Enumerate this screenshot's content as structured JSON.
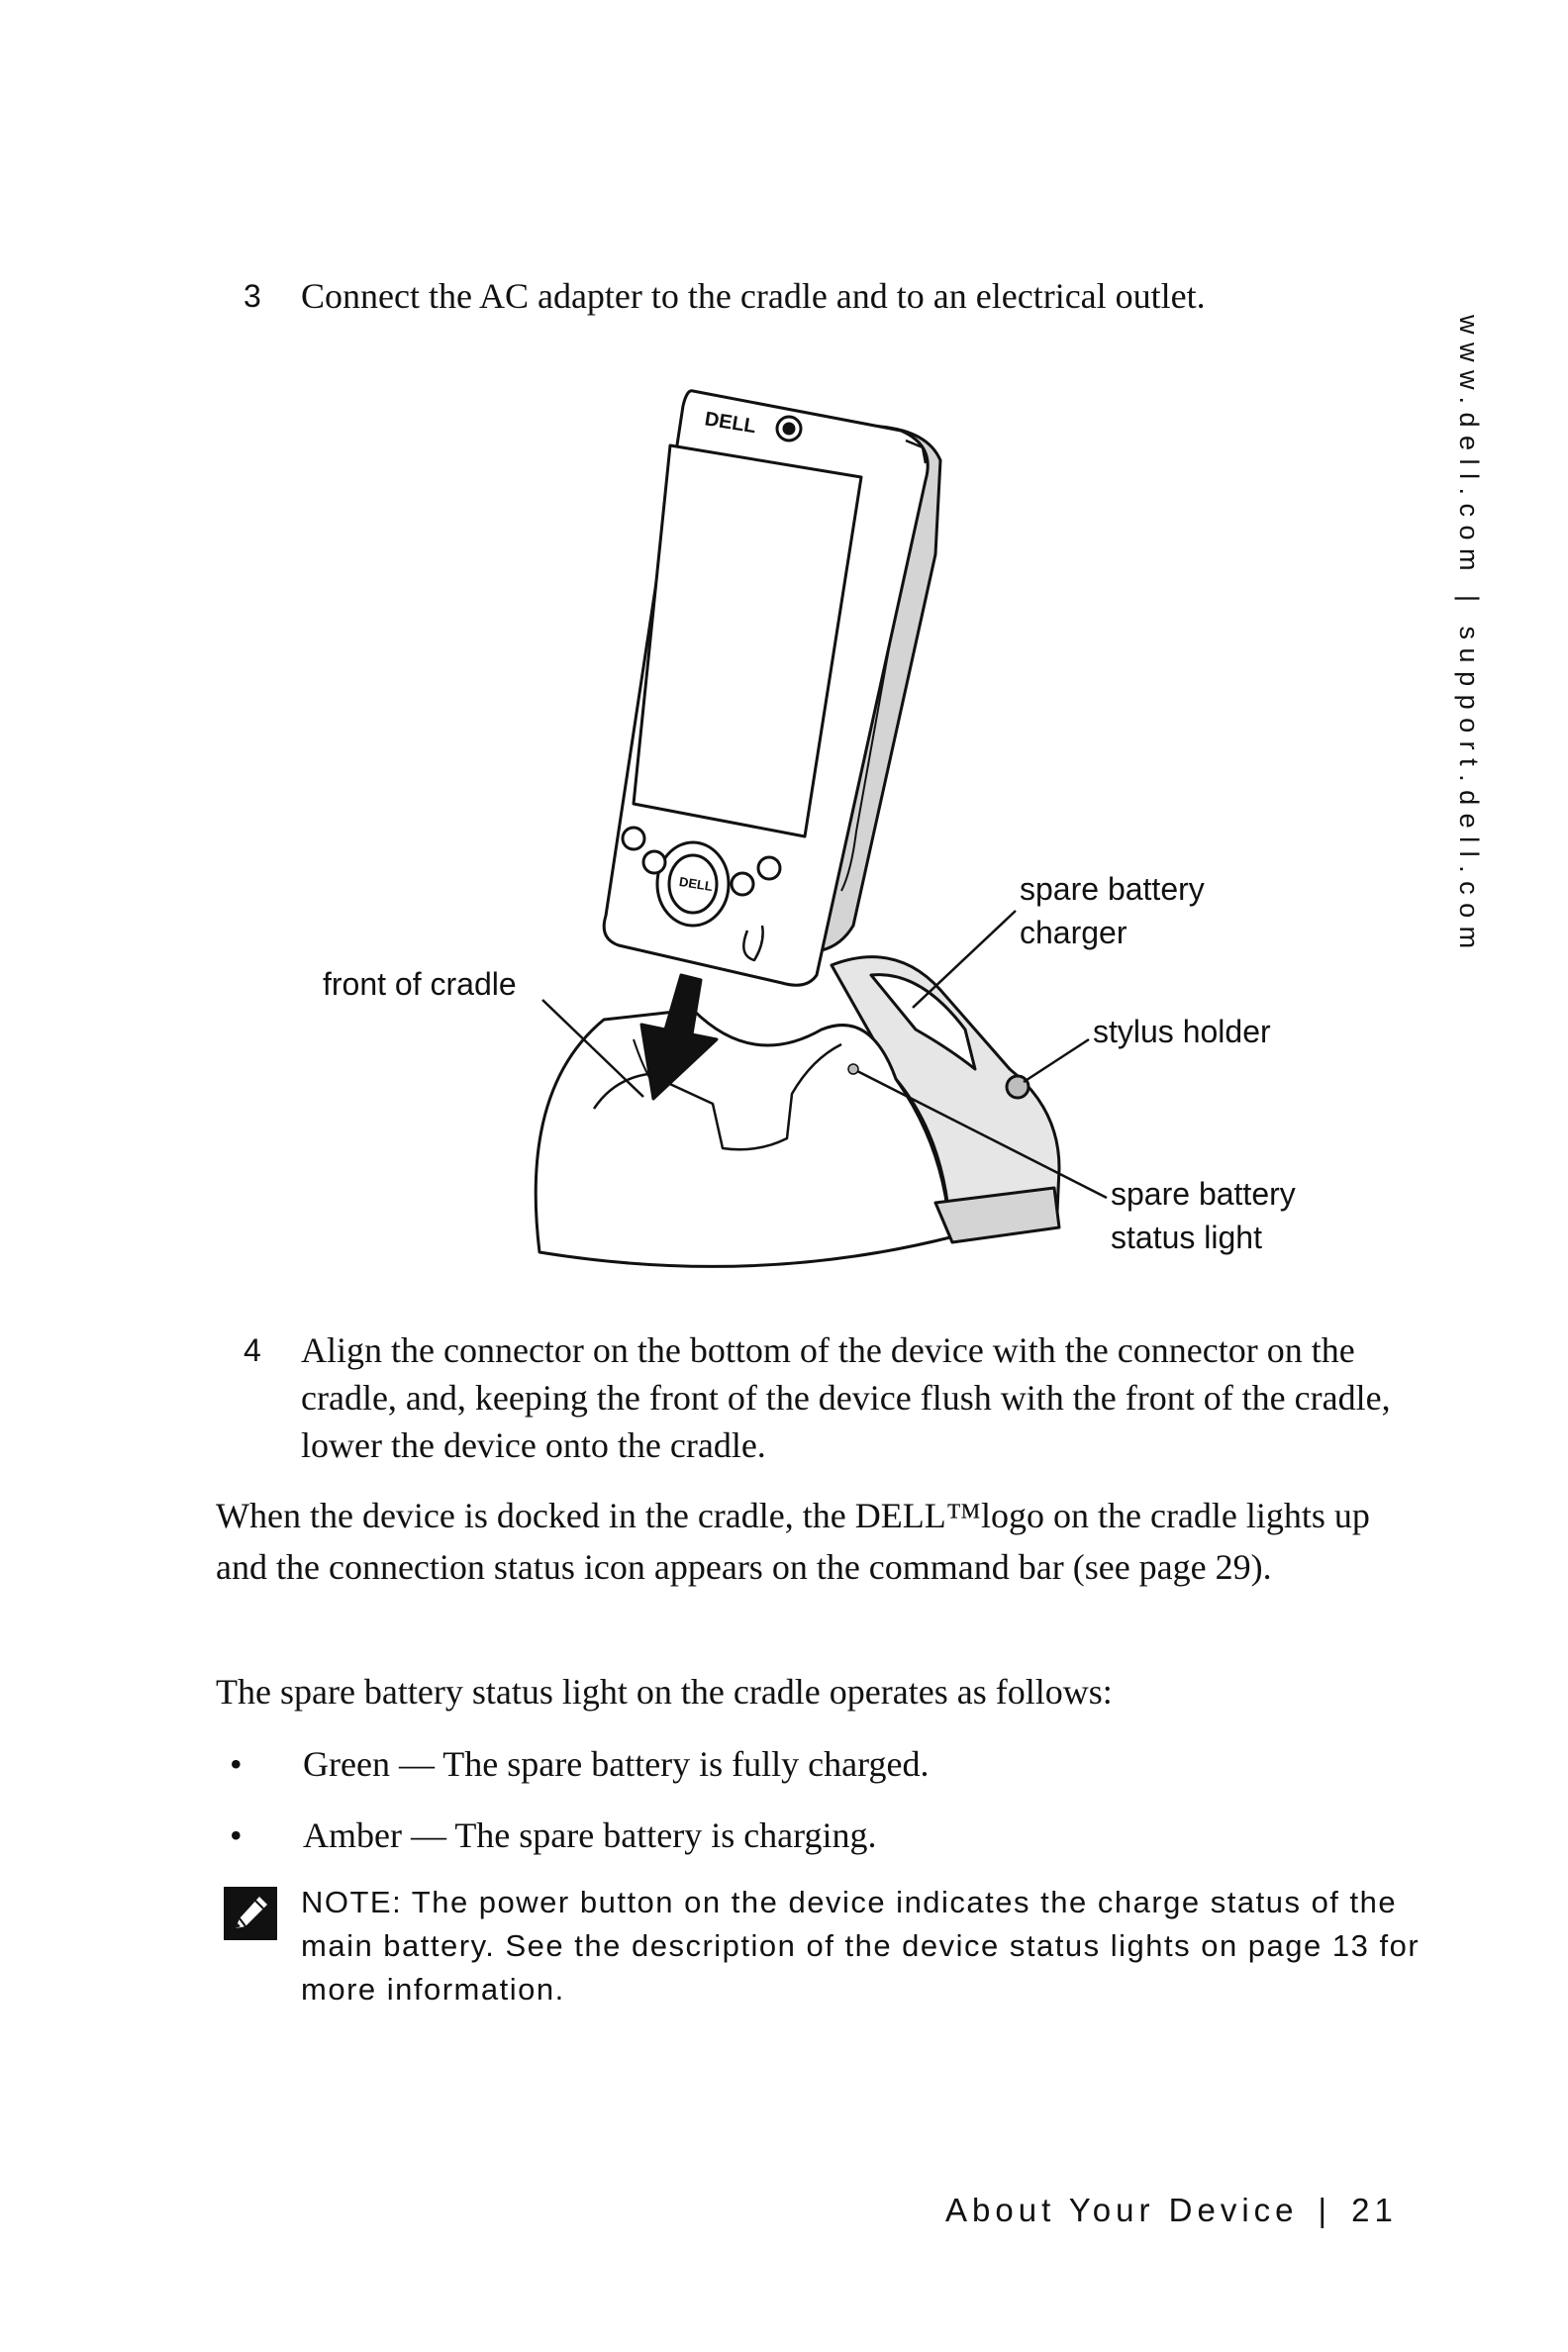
{
  "steps": [
    {
      "number": "3",
      "text": "Connect the AC adapter to the cradle and to an electrical outlet."
    },
    {
      "number": "4",
      "text": "Align the connector on the bottom of the device with the connector on the cradle, and, keeping the front of the device flush with the front of the cradle, lower the device onto the cradle."
    }
  ],
  "illustration": {
    "device_logo": "DELL",
    "callouts": [
      {
        "id": "front-of-cradle",
        "label": "front of cradle"
      },
      {
        "id": "spare-battery-charger",
        "label": "spare battery\ncharger"
      },
      {
        "id": "stylus-holder",
        "label": "stylus holder"
      },
      {
        "id": "spare-battery-status-light",
        "label": "spare battery\nstatus light"
      }
    ]
  },
  "paragraphs": [
    "When the device is docked in the cradle, the DELL™logo on the cradle lights up and the connection status icon appears on the command bar (see page 29).",
    "The spare battery status light on the cradle operates as follows:"
  ],
  "bullets": [
    "Green — The spare battery is fully charged.",
    "Amber — The spare battery is charging."
  ],
  "note": {
    "text": "NOTE: The power button on the device indicates the charge status of the main battery. See the description of the device status lights on page 13 for more information."
  },
  "side_url": "www.dell.com | support.dell.com",
  "footer": {
    "section": "About Your Device",
    "separator": "|",
    "page_number": "21"
  },
  "colors": {
    "text": "#111111",
    "background": "#ffffff",
    "illustration_fill": "#e6e6e6",
    "illustration_shade": "#bdbdbd"
  }
}
